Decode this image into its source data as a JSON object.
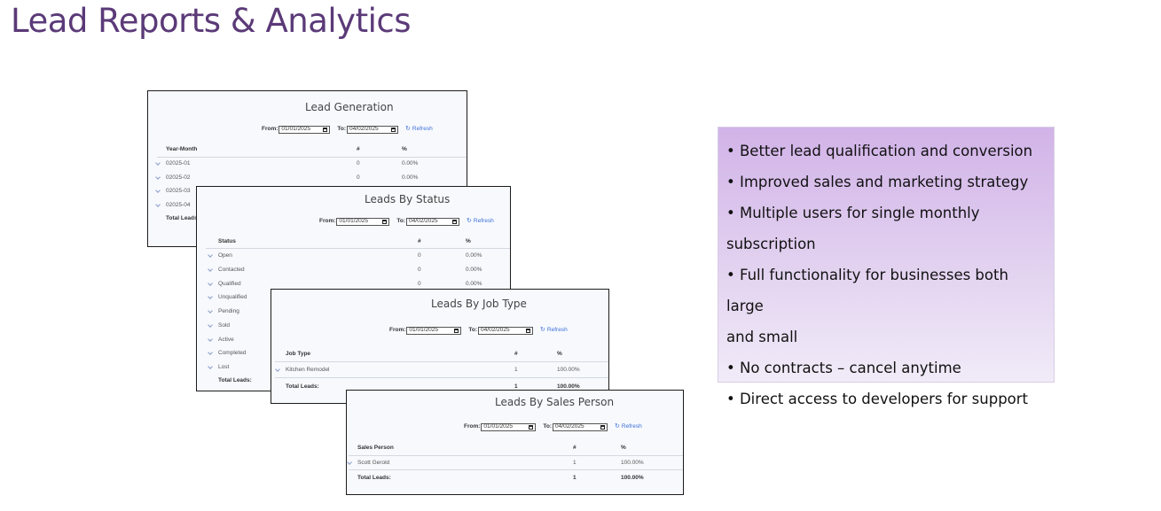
{
  "page": {
    "title": "Lead Reports & Analytics"
  },
  "cards": {
    "lead_generation": {
      "title": "Lead Generation",
      "from_label": "From:",
      "from_value": "01/01/2025",
      "to_label": "To:",
      "to_value": "04/02/2025",
      "refresh_label": "Refresh",
      "headers": [
        "Year-Month",
        "#",
        "%"
      ],
      "rows": [
        {
          "label": "02025-01",
          "count": "0",
          "pct": "0.00%"
        },
        {
          "label": "02025-02",
          "count": "0",
          "pct": "0.00%"
        },
        {
          "label": "02025-03",
          "count": "",
          "pct": ""
        },
        {
          "label": "02025-04",
          "count": "",
          "pct": ""
        }
      ],
      "total_label": "Total Leads"
    },
    "leads_by_status": {
      "title": "Leads By Status",
      "from_label": "From:",
      "from_value": "01/01/2025",
      "to_label": "To:",
      "to_value": "04/02/2025",
      "refresh_label": "Refresh",
      "headers": [
        "Status",
        "#",
        "%"
      ],
      "rows": [
        {
          "label": "Open",
          "count": "0",
          "pct": "0.00%"
        },
        {
          "label": "Contacted",
          "count": "0",
          "pct": "0.00%"
        },
        {
          "label": "Qualified",
          "count": "0",
          "pct": "0.00%"
        },
        {
          "label": "Unqualified",
          "count": "",
          "pct": ""
        },
        {
          "label": "Pending",
          "count": "",
          "pct": ""
        },
        {
          "label": "Sold",
          "count": "",
          "pct": ""
        },
        {
          "label": "Active",
          "count": "",
          "pct": ""
        },
        {
          "label": "Completed",
          "count": "",
          "pct": ""
        },
        {
          "label": "Lost",
          "count": "",
          "pct": ""
        }
      ],
      "total_label": "Total Leads:"
    },
    "leads_by_job_type": {
      "title": "Leads By Job Type",
      "from_label": "From:",
      "from_value": "01/01/2025",
      "to_label": "To:",
      "to_value": "04/02/2025",
      "refresh_label": "Refresh",
      "headers": [
        "Job Type",
        "#",
        "%"
      ],
      "rows": [
        {
          "label": "Kitchen Remodel",
          "count": "1",
          "pct": "100.00%"
        }
      ],
      "total_label": "Total Leads:",
      "total_count": "1",
      "total_pct": "100.00%"
    },
    "leads_by_sales_person": {
      "title": "Leads By Sales Person",
      "from_label": "From:",
      "from_value": "01/01/2025",
      "to_label": "To:",
      "to_value": "04/02/2025",
      "refresh_label": "Refresh",
      "headers": [
        "Sales Person",
        "#",
        "%"
      ],
      "rows": [
        {
          "label": "Scott Gerold",
          "count": "1",
          "pct": "100.00%"
        }
      ],
      "total_label": "Total Leads:",
      "total_count": "1",
      "total_pct": "100.00%"
    }
  },
  "benefits": [
    "• Better lead qualification and conversion",
    "• Improved sales and marketing strategy",
    "• Multiple users for single monthly",
    "subscription",
    "• Full functionality for businesses both large",
    "and small",
    "• No contracts – cancel anytime",
    "• Direct access to developers for support"
  ],
  "colors": {
    "title": "#5b3a78",
    "link": "#3d6fd8",
    "benefits_top": "#d2b3e8",
    "benefits_bottom": "#f1ebf8"
  }
}
